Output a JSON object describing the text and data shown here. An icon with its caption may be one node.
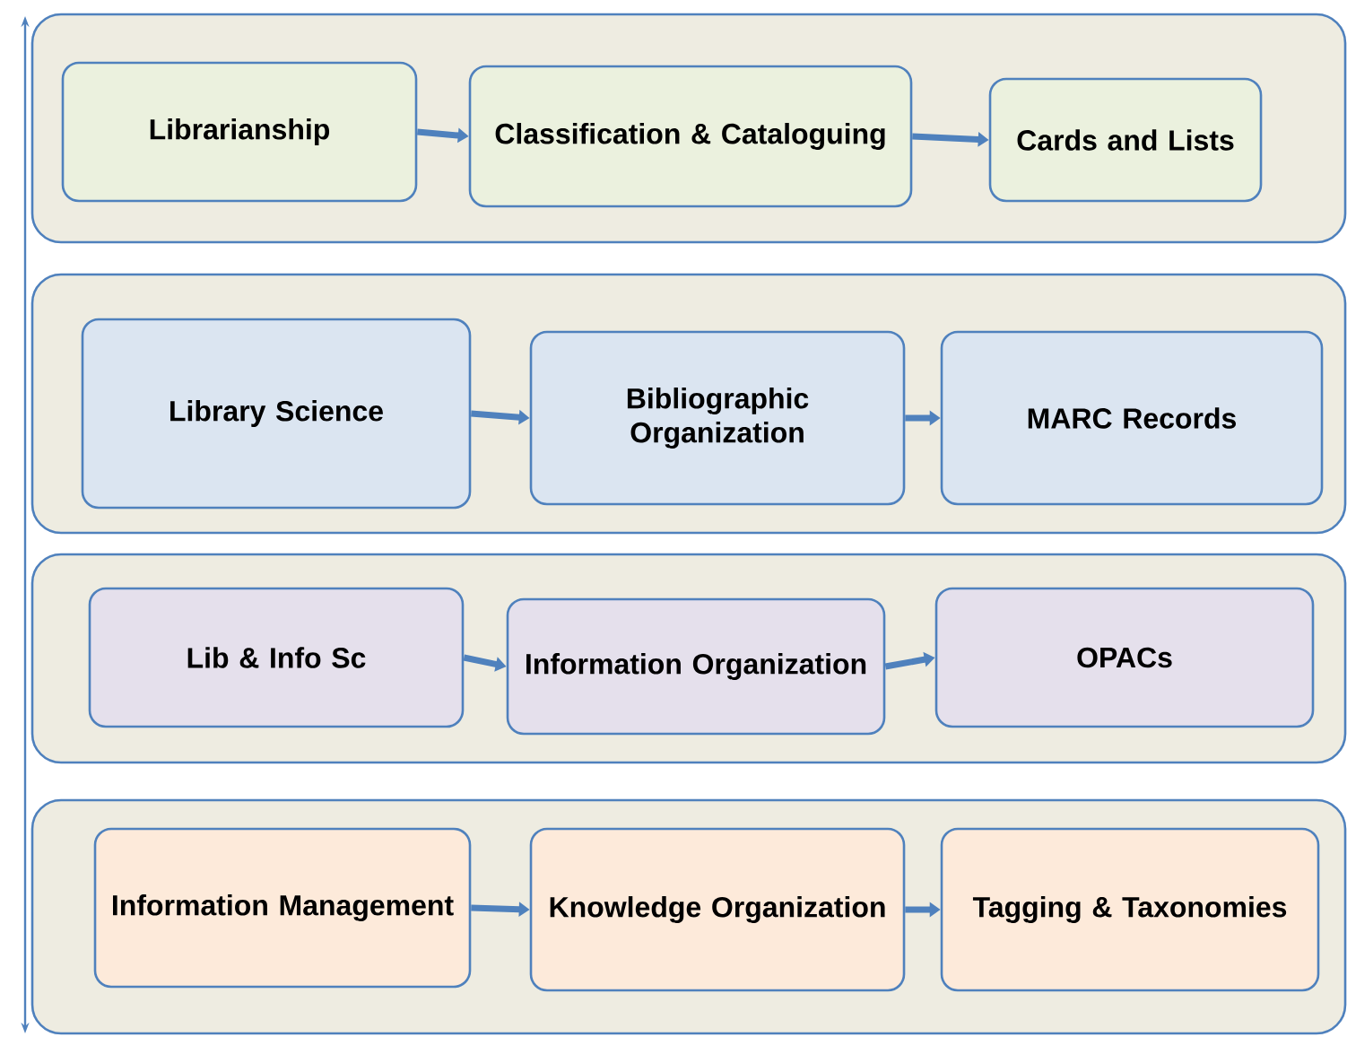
{
  "diagram": {
    "nodes": [
      {
        "text": [],
        "shape": "box"
      },
      {
        "text": [
          "Librarianship"
        ],
        "in": 0
      },
      {
        "text": [
          "Classification & Cataloguing"
        ],
        "in": 0
      },
      {
        "text": [
          "Cards and Lists"
        ],
        "in": 0
      },
      {
        "text": [],
        "shape": "box"
      },
      {
        "text": [
          "Library Science"
        ],
        "in": 4
      },
      {
        "text": [
          "Bibliographic Organization"
        ],
        "in": 4
      },
      {
        "text": [
          "MARC Records"
        ],
        "in": 4
      },
      {
        "text": [],
        "shape": "box"
      },
      {
        "text": [
          "Lib & Info Sc"
        ],
        "in": 8
      },
      {
        "text": [
          "Information Organization"
        ],
        "in": 8
      },
      {
        "text": [
          "OPACs"
        ],
        "in": 8
      },
      {
        "text": [],
        "shape": "box"
      },
      {
        "text": [
          "Information Management"
        ],
        "in": 12
      },
      {
        "text": [
          "Knowledge Organization"
        ],
        "in": 12
      },
      {
        "text": [
          "Tagging & Taxonomies"
        ],
        "in": 12
      }
    ],
    "edges": [
      {
        "from": 1,
        "to": 2,
        "arrow": "to"
      },
      {
        "from": 2,
        "to": 3,
        "arrow": "to"
      },
      {
        "from": 5,
        "to": 6,
        "arrow": "to"
      },
      {
        "from": 6,
        "to": 7,
        "arrow": "to"
      },
      {
        "from": 9,
        "to": 10,
        "arrow": "to"
      },
      {
        "from": 10,
        "to": 11,
        "arrow": "to"
      },
      {
        "from": 13,
        "to": 14,
        "arrow": "to"
      },
      {
        "from": 14,
        "to": 15,
        "arrow": "to"
      }
    ]
  }
}
